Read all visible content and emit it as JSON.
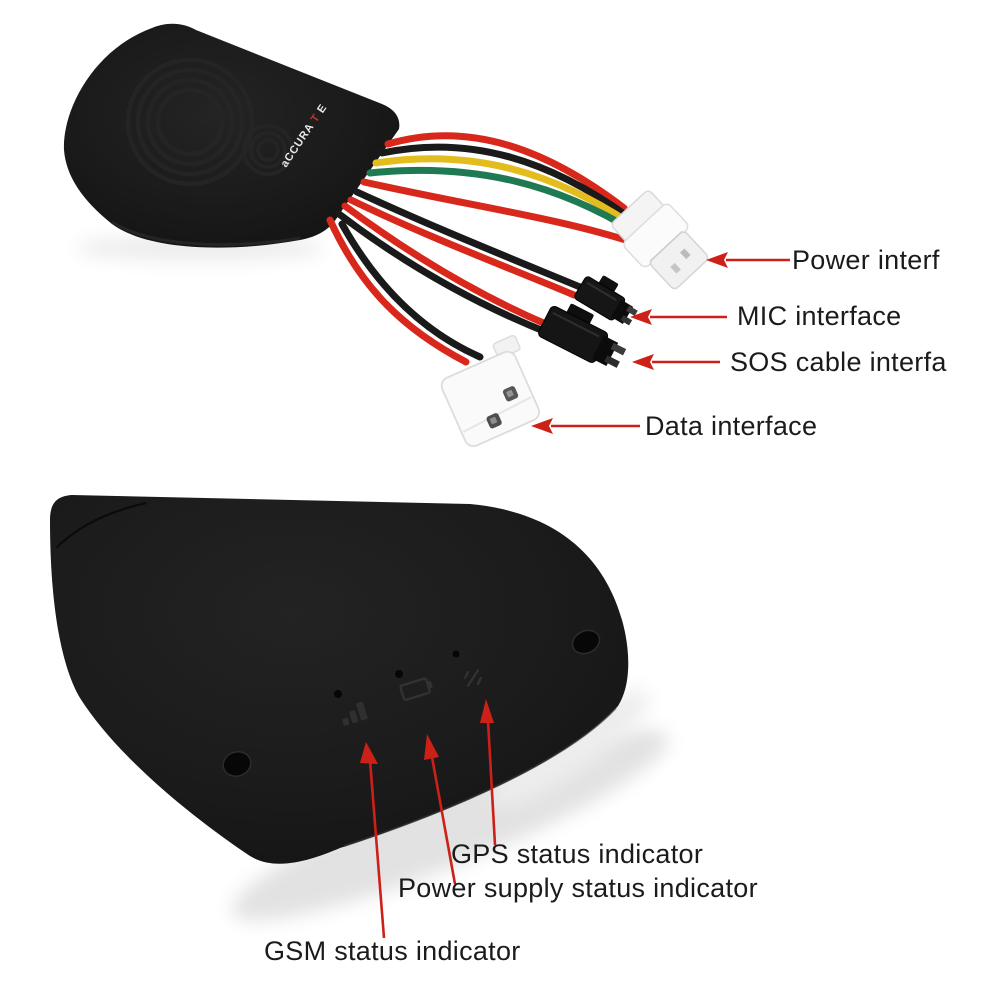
{
  "colors": {
    "annotation_red": "#cd2018",
    "wire_red": "#d8281c",
    "wire_black": "#1a1a1a",
    "wire_yellow": "#e3bd1d",
    "wire_green": "#1f7a54",
    "device_black": "#1a1a1a",
    "connector_white": "#f7f7f7",
    "label_text": "#1b1b1b"
  },
  "logo": {
    "part1": "aCCURA",
    "part2": "T",
    "part3": "E"
  },
  "annotations": {
    "power_interface": {
      "text": "Power interf"
    },
    "mic_interface": {
      "text": "MIC interface"
    },
    "sos_interface": {
      "text": "SOS cable interfa"
    },
    "data_interface": {
      "text": "Data interface"
    },
    "gps_indicator": {
      "text": "GPS status indicator"
    },
    "power_supply_indicator": {
      "text": "Power supply status indicator"
    },
    "gsm_indicator": {
      "text": "GSM status indicator"
    }
  },
  "icons": {
    "gsm": "signal-bars-icon",
    "power_supply": "battery-icon",
    "gps": "satellite-icon"
  }
}
